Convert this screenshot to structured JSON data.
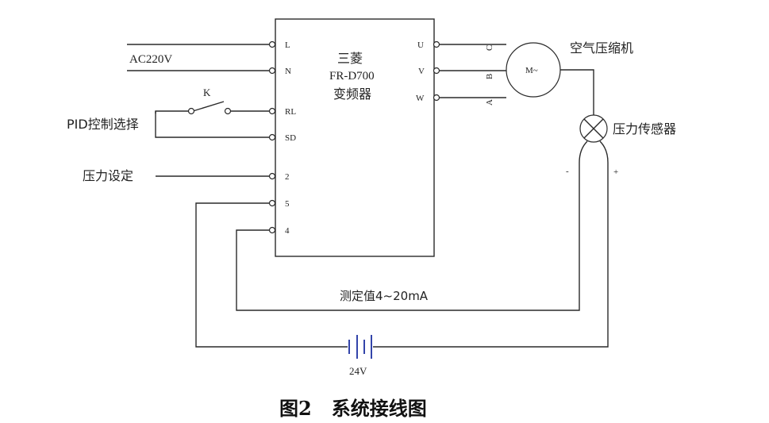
{
  "labels": {
    "ac": "AC220V",
    "switch_k": "K",
    "pid": "PID控制选择",
    "pressure_set": "压力设定",
    "inverter_brand": "三菱",
    "inverter_model": "FR-D700",
    "inverter_type": "变频器",
    "compressor": "空气压缩机",
    "motor": "M~",
    "sensor": "压力传感器",
    "minus": "-",
    "plus": "+",
    "measured": "测定值4~20mA",
    "battery": "24V"
  },
  "terminals_left": [
    "L",
    "N",
    "RL",
    "SD",
    "2",
    "5",
    "4"
  ],
  "terminals_right": [
    "U",
    "V",
    "W"
  ],
  "motor_phases": [
    "C",
    "B",
    "A"
  ],
  "caption": "图2   系统接线图"
}
